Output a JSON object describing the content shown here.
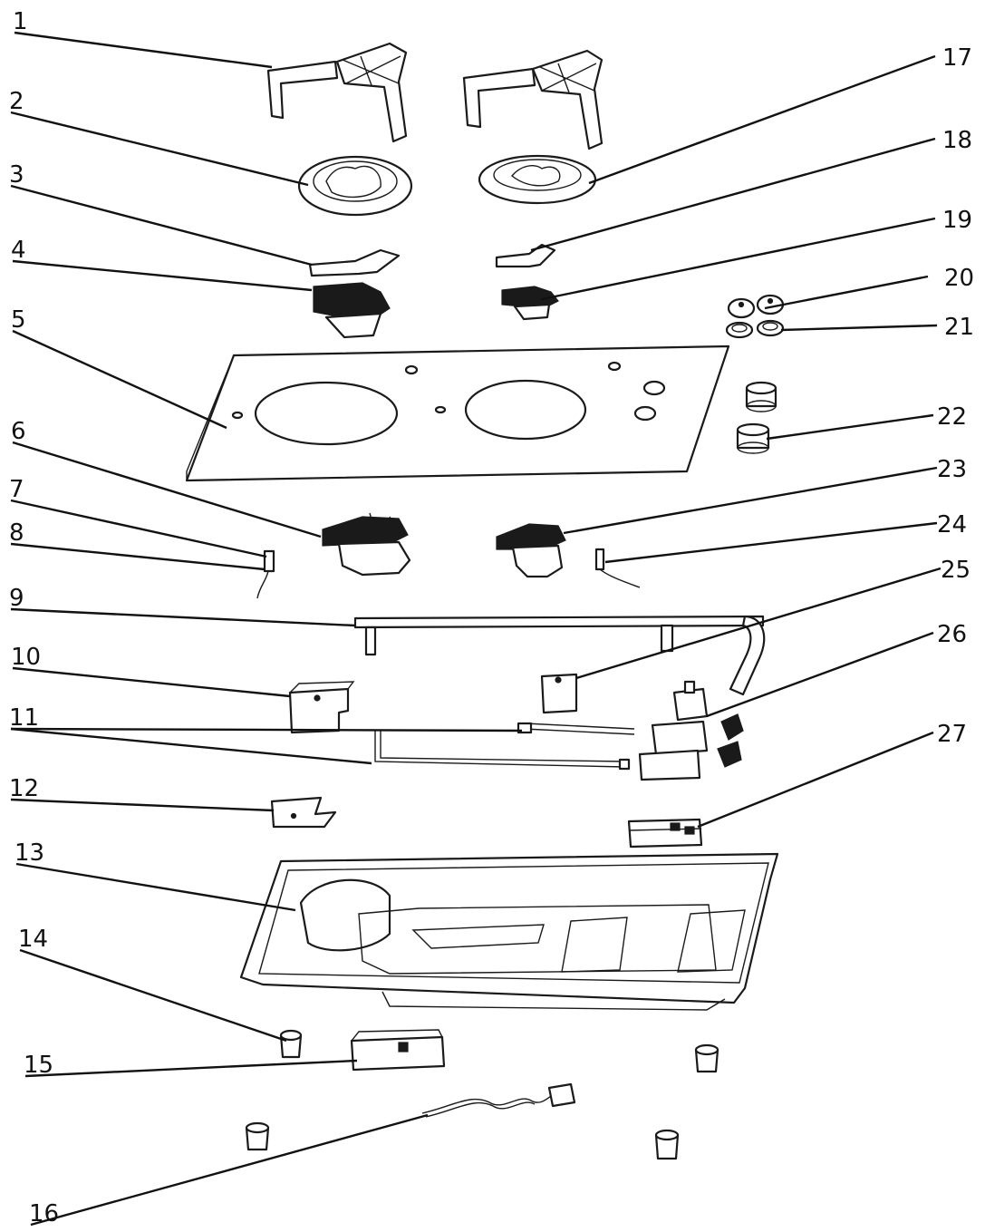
{
  "diagram": {
    "callouts": [
      "1",
      "2",
      "3",
      "4",
      "5",
      "6",
      "7",
      "8",
      "9",
      "10",
      "11",
      "12",
      "13",
      "14",
      "15",
      "16",
      "17",
      "18",
      "19",
      "20",
      "21",
      "22",
      "23",
      "24",
      "25",
      "26",
      "27"
    ]
  },
  "colors": {
    "ink": "#111111",
    "background": "#ffffff"
  }
}
